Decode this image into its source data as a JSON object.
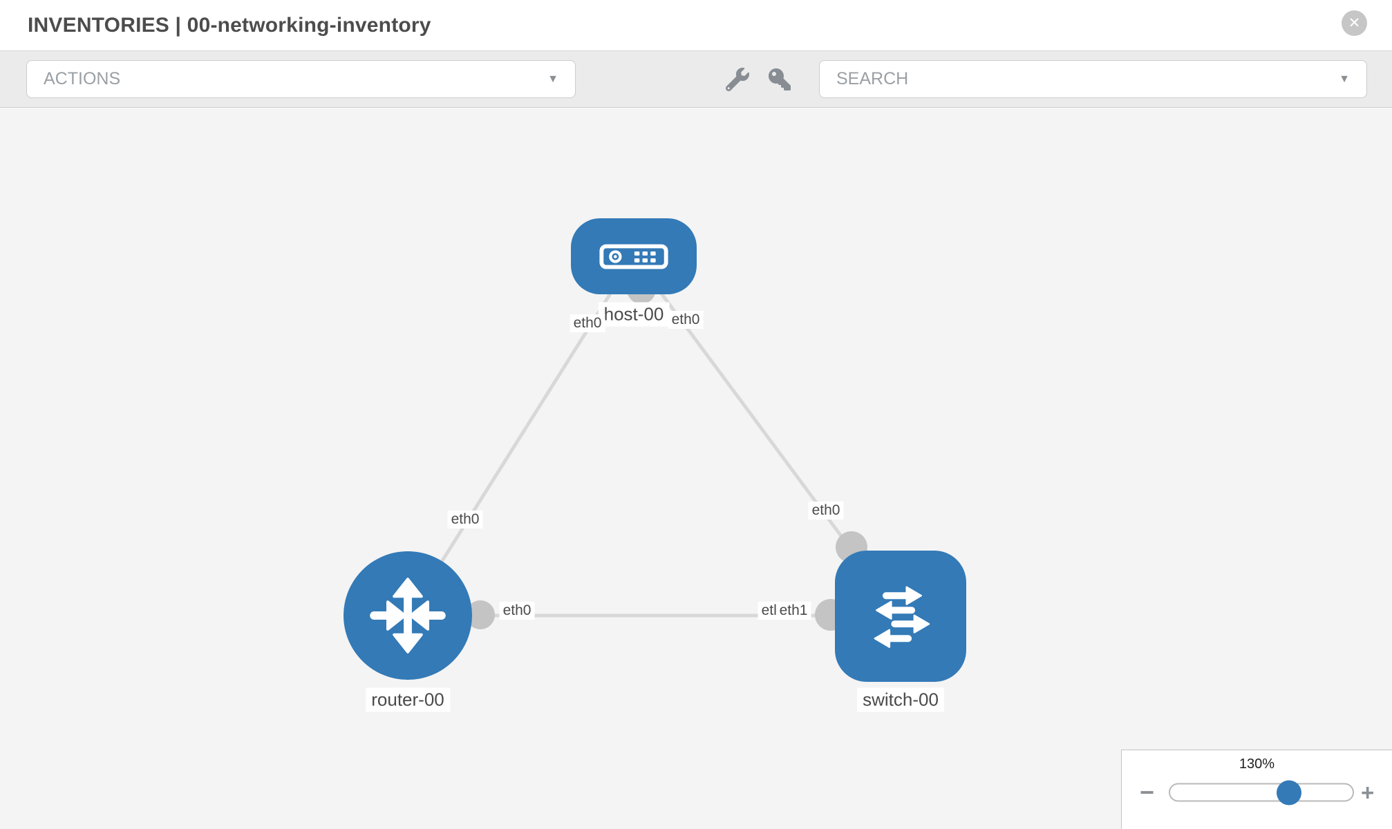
{
  "header": {
    "title": "INVENTORIES | 00-networking-inventory"
  },
  "toolbar": {
    "actions_label": "ACTIONS",
    "search_label": "SEARCH",
    "caret": "▼"
  },
  "topology": {
    "nodes": [
      {
        "name": "host-00",
        "type": "host"
      },
      {
        "name": "router-00",
        "type": "router"
      },
      {
        "name": "switch-00",
        "type": "switch"
      }
    ],
    "links": [
      {
        "from": "host-00",
        "to": "router-00",
        "from_iface": "eth0",
        "to_iface": "eth0"
      },
      {
        "from": "host-00",
        "to": "switch-00",
        "from_iface": "eth0",
        "to_iface": "eth0"
      },
      {
        "from": "router-00",
        "to": "switch-00",
        "from_iface": "eth0",
        "to_iface_back": "eth0",
        "to_iface_front": "eth1"
      }
    ]
  },
  "zoom": {
    "level": "130%",
    "zoom_out": "−",
    "zoom_in": "+"
  },
  "icons": {
    "close": "x-circle",
    "wrench": "wrench",
    "key": "key",
    "dropdown": "caret-down"
  },
  "close_glyph": "✕",
  "colors": {
    "node_blue": "#337ab7",
    "link_gray": "#d8d8d8",
    "connector_gray": "#c4c4c4",
    "canvas_bg": "#f4f4f4",
    "toolbar_bg": "#ebebeb",
    "title_text": "#4c4c4c"
  }
}
